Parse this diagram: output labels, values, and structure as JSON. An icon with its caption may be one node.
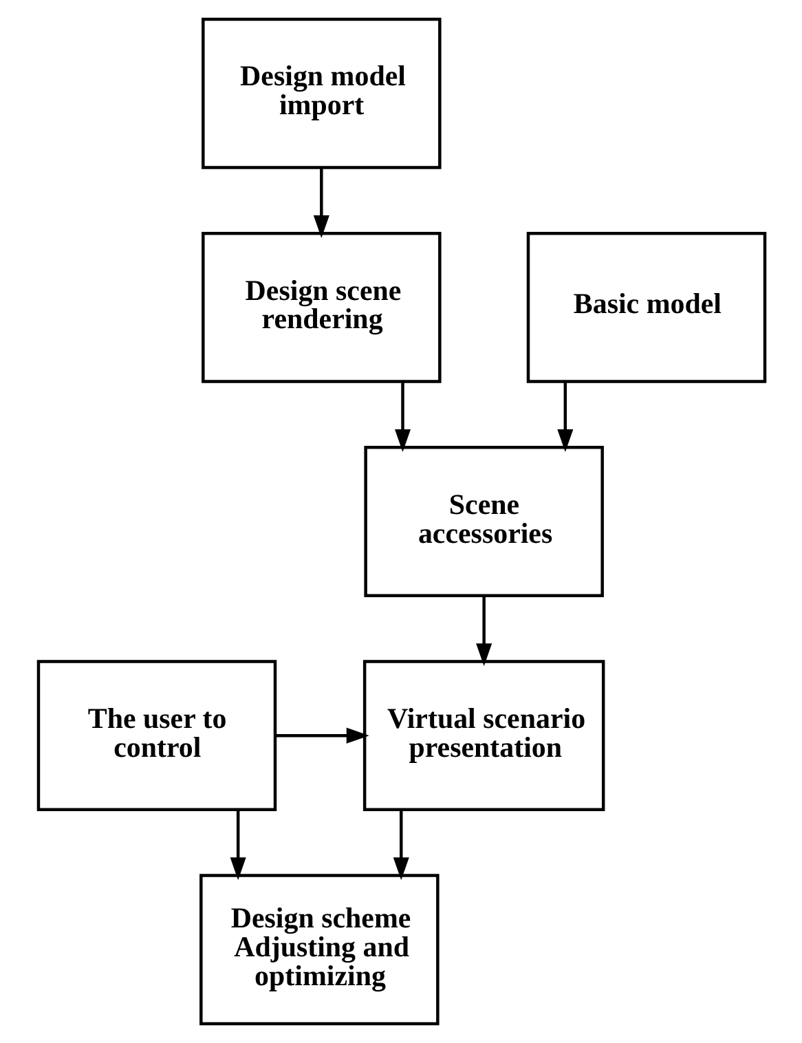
{
  "diagram": {
    "nodes": [
      {
        "text": [
          "Design model import"
        ]
      },
      {
        "text": [
          "Design scene rendering"
        ]
      },
      {
        "text": [
          "Basic model"
        ]
      },
      {
        "text": [
          "Scene accessories"
        ]
      },
      {
        "text": [
          "The user to control"
        ]
      },
      {
        "text": [
          "Virtual scenario presentation"
        ]
      },
      {
        "text": [
          "Design scheme Adjusting and optimizing"
        ]
      }
    ],
    "edges": [
      {
        "from": 0,
        "to": 1,
        "arrow": "to"
      },
      {
        "from": 1,
        "to": 3,
        "arrow": "to"
      },
      {
        "from": 2,
        "to": 3,
        "arrow": "to"
      },
      {
        "from": 3,
        "to": 5,
        "arrow": "to"
      },
      {
        "from": 4,
        "to": 5,
        "arrow": "to"
      },
      {
        "from": 5,
        "to": 6,
        "arrow": "to"
      },
      {
        "from": 4,
        "to": 6,
        "arrow": "to"
      }
    ]
  }
}
